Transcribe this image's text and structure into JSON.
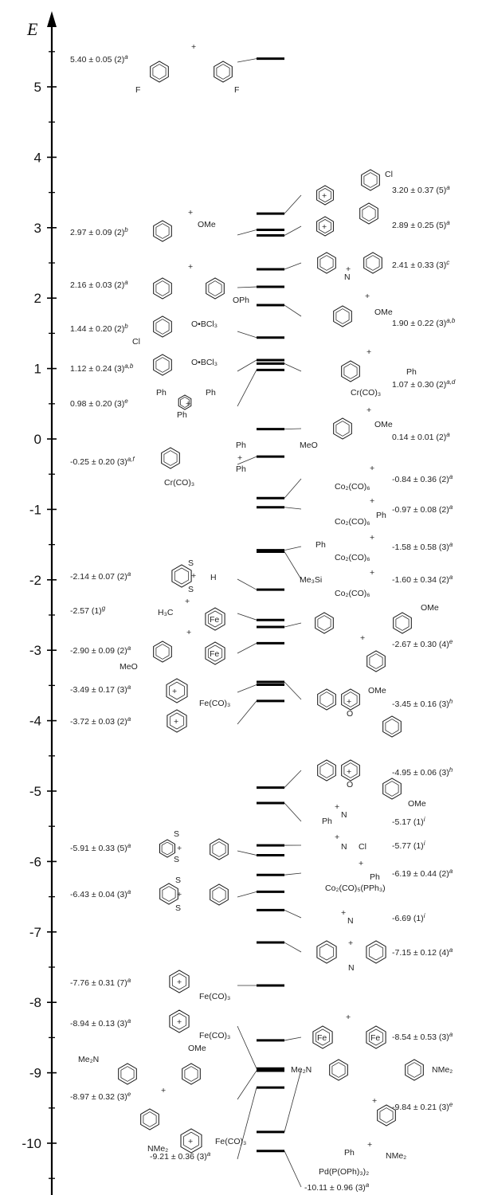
{
  "axis": {
    "label": "E",
    "ticks": [
      "5",
      "4",
      "3",
      "2",
      "1",
      "0",
      "-1",
      "-2",
      "-3",
      "-4",
      "-5",
      "-6",
      "-7",
      "-8",
      "-9",
      "-10"
    ]
  },
  "left": [
    {
      "value": "5.40 ± 0.05 (2)",
      "note": "a",
      "E": 5.4,
      "fragments": [
        "+",
        "F",
        "F"
      ]
    },
    {
      "value": "2.97 ± 0.09 (2)",
      "note": "b",
      "E": 2.97,
      "fragments": [
        "+",
        "OMe"
      ]
    },
    {
      "value": "2.16 ± 0.03 (2)",
      "note": "a",
      "E": 2.16,
      "fragments": [
        "+",
        "OPh"
      ]
    },
    {
      "value": "1.44 ± 0.20 (2)",
      "note": "b",
      "E": 1.44,
      "fragments": [
        "O•BCl₃",
        "Cl"
      ]
    },
    {
      "value": "1.12 ± 0.24 (3)",
      "note": "a,b",
      "E": 1.12,
      "fragments": [
        "O•BCl₃"
      ]
    },
    {
      "value": "0.98 ± 0.20 (3)",
      "note": "e",
      "E": 0.98,
      "fragments": [
        "Ph",
        "Ph",
        "Ph",
        "+"
      ]
    },
    {
      "value": "-0.25 ± 0.20 (3)",
      "note": "a,f",
      "E": -0.25,
      "fragments": [
        "Cr(CO)₃",
        "Ph",
        "Ph",
        "+"
      ]
    },
    {
      "value": "-2.14 ± 0.07 (2)",
      "note": "a",
      "E": -2.14,
      "fragments": [
        "S",
        "S",
        "H",
        "+"
      ]
    },
    {
      "value": "-2.57 (1)",
      "note": "g",
      "E": -2.57,
      "fragments": [
        "H₃C",
        "+",
        "Fe"
      ]
    },
    {
      "value": "-2.90 ± 0.09 (2)",
      "note": "a",
      "E": -2.9,
      "fragments": [
        "MeO",
        "+",
        "Fe"
      ]
    },
    {
      "value": "-3.49 ± 0.17 (3)",
      "note": "a",
      "E": -3.49,
      "fragments": [
        "Fe(CO)₃",
        "+"
      ]
    },
    {
      "value": "-3.72 ± 0.03 (2)",
      "note": "a",
      "E": -3.72,
      "fragments": [
        "+"
      ]
    },
    {
      "value": "-5.91 ± 0.33 (5)",
      "note": "a",
      "E": -5.91,
      "fragments": [
        "S",
        "S",
        "+"
      ]
    },
    {
      "value": "-6.43 ± 0.04 (3)",
      "note": "a",
      "E": -6.43,
      "fragments": [
        "S",
        "S",
        "+"
      ]
    },
    {
      "value": "-7.76 ± 0.31 (7)",
      "note": "a",
      "E": -7.76,
      "fragments": [
        "Fe(CO)₃",
        "+"
      ]
    },
    {
      "value": "-8.94 ± 0.13 (3)",
      "note": "a",
      "E": -8.94,
      "fragments": [
        "Fe(CO)₃",
        "OMe",
        "+"
      ]
    },
    {
      "value": "-8.97 ± 0.32 (3)",
      "note": "e",
      "E": -8.97,
      "fragments": [
        "Me₂N",
        "NMe₂",
        "+"
      ]
    },
    {
      "value": "-9.21 ± 0.36 (3)",
      "note": "a",
      "E": -9.21,
      "fragments": [
        "Fe(CO)₃",
        "+"
      ]
    }
  ],
  "right": [
    {
      "value": "3.20 ± 0.37 (5)",
      "note": "a",
      "E": 3.2,
      "fragments": [
        "Cl",
        "+"
      ]
    },
    {
      "value": "2.89 ± 0.25 (5)",
      "note": "a",
      "E": 2.89,
      "fragments": [
        "+"
      ]
    },
    {
      "value": "2.41 ± 0.33 (3)",
      "note": "c",
      "E": 2.41,
      "fragments": [
        "N",
        "+"
      ]
    },
    {
      "value": "1.90 ± 0.22 (3)",
      "note": "a,b",
      "E": 1.9,
      "fragments": [
        "OMe",
        "+"
      ]
    },
    {
      "value": "1.07 ± 0.30 (2)",
      "note": "a,d",
      "E": 1.07,
      "fragments": [
        "Ph",
        "Cr(CO)₃",
        "+"
      ]
    },
    {
      "value": "0.14 ± 0.01 (2)",
      "note": "a",
      "E": 0.14,
      "fragments": [
        "OMe",
        "MeO",
        "+"
      ]
    },
    {
      "value": "-0.84 ± 0.36 (2)",
      "note": "a",
      "E": -0.84,
      "fragments": [
        "Co₂(CO)₆",
        "+"
      ]
    },
    {
      "value": "-0.97 ± 0.08 (2)",
      "note": "a",
      "E": -0.97,
      "fragments": [
        "Co₂(CO)₆",
        "Ph",
        "+"
      ]
    },
    {
      "value": "-1.58 ± 0.58 (3)",
      "note": "a",
      "E": -1.58,
      "fragments": [
        "Ph",
        "Co₂(CO)₆",
        "+"
      ]
    },
    {
      "value": "-1.60 ± 0.34 (2)",
      "note": "a",
      "E": -1.6,
      "fragments": [
        "Me₃Si",
        "Co₂(CO)₆",
        "+"
      ]
    },
    {
      "value": "-2.67 ± 0.30 (4)",
      "note": "e",
      "E": -2.67,
      "fragments": [
        "OMe",
        "OMe",
        "+"
      ]
    },
    {
      "value": "-3.45 ± 0.16 (3)",
      "note": "h",
      "E": -3.45,
      "fragments": [
        "O",
        "+"
      ]
    },
    {
      "value": "-4.95 ± 0.06 (3)",
      "note": "h",
      "E": -4.95,
      "fragments": [
        "O",
        "OMe",
        "+"
      ]
    },
    {
      "value": "-5.17 (1)",
      "note": "i",
      "E": -5.17,
      "fragments": [
        "Ph",
        "N",
        "+"
      ]
    },
    {
      "value": "-5.77 (1)",
      "note": "i",
      "E": -5.77,
      "fragments": [
        "N",
        "Cl",
        "+"
      ]
    },
    {
      "value": "-6.19 ± 0.44 (2)",
      "note": "a",
      "E": -6.19,
      "fragments": [
        "Co₂(CO)₅(PPh₃)",
        "Ph",
        "+"
      ]
    },
    {
      "value": "-6.69 (1)",
      "note": "i",
      "E": -6.69,
      "fragments": [
        "N",
        "+"
      ]
    },
    {
      "value": "-7.15 ± 0.12 (4)",
      "note": "a",
      "E": -7.15,
      "fragments": [
        "N",
        "+"
      ]
    },
    {
      "value": "-8.54 ± 0.53 (3)",
      "note": "a",
      "E": -8.54,
      "fragments": [
        "Fe",
        "Fe",
        "+"
      ]
    },
    {
      "value": "-9.84 ± 0.21 (3)",
      "note": "e",
      "E": -9.84,
      "fragments": [
        "Me₂N",
        "NMe₂",
        "NMe₂",
        "+"
      ]
    },
    {
      "value": "-10.11 ± 0.96 (3)",
      "note": "a",
      "E": -10.11,
      "fragments": [
        "Ph",
        "Pd(P(OPh)₃)₂",
        "+"
      ]
    }
  ]
}
